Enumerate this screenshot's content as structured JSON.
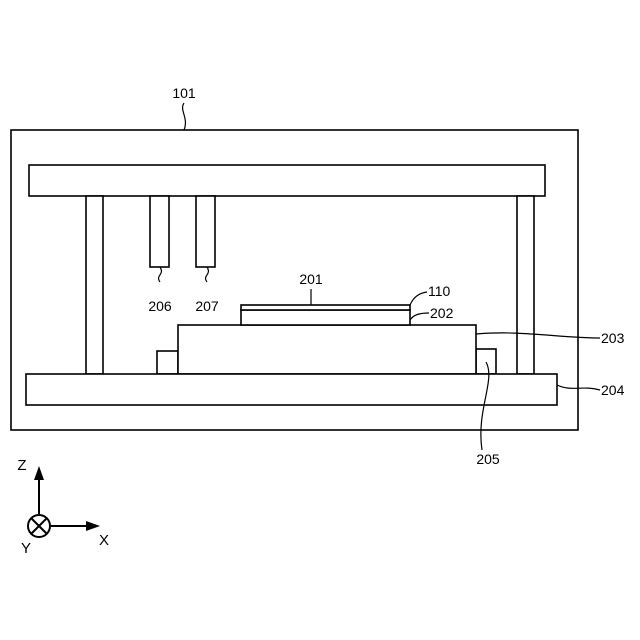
{
  "labels": {
    "chamber": "101",
    "substrate": "201",
    "film": "110",
    "holder": "202",
    "stage": "203",
    "base": "204",
    "support": "205",
    "unit_a": "206",
    "unit_b": "207"
  },
  "axes": {
    "z": "Z",
    "x": "X",
    "y": "Y"
  },
  "colors": {
    "line": "#000000",
    "background": "#ffffff"
  }
}
